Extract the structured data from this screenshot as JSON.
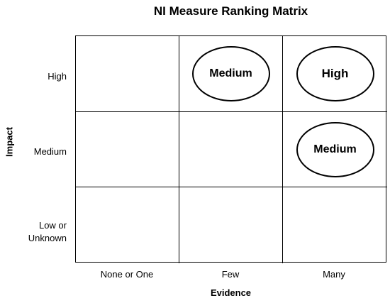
{
  "title": "NI Measure Ranking Matrix",
  "y_axis": {
    "label": "Impact",
    "rows": [
      "High",
      "Medium",
      "Low or Unknown"
    ]
  },
  "x_axis": {
    "label": "Evidence",
    "columns": [
      "None or One",
      "Few",
      "Many"
    ]
  },
  "rankings": [
    {
      "impact": "High",
      "evidence": "Few",
      "label": "Medium"
    },
    {
      "impact": "High",
      "evidence": "Many",
      "label": "High"
    },
    {
      "impact": "Medium",
      "evidence": "Many",
      "label": "Medium"
    }
  ],
  "low_row_lines": [
    "Low or",
    "Unknown"
  ]
}
